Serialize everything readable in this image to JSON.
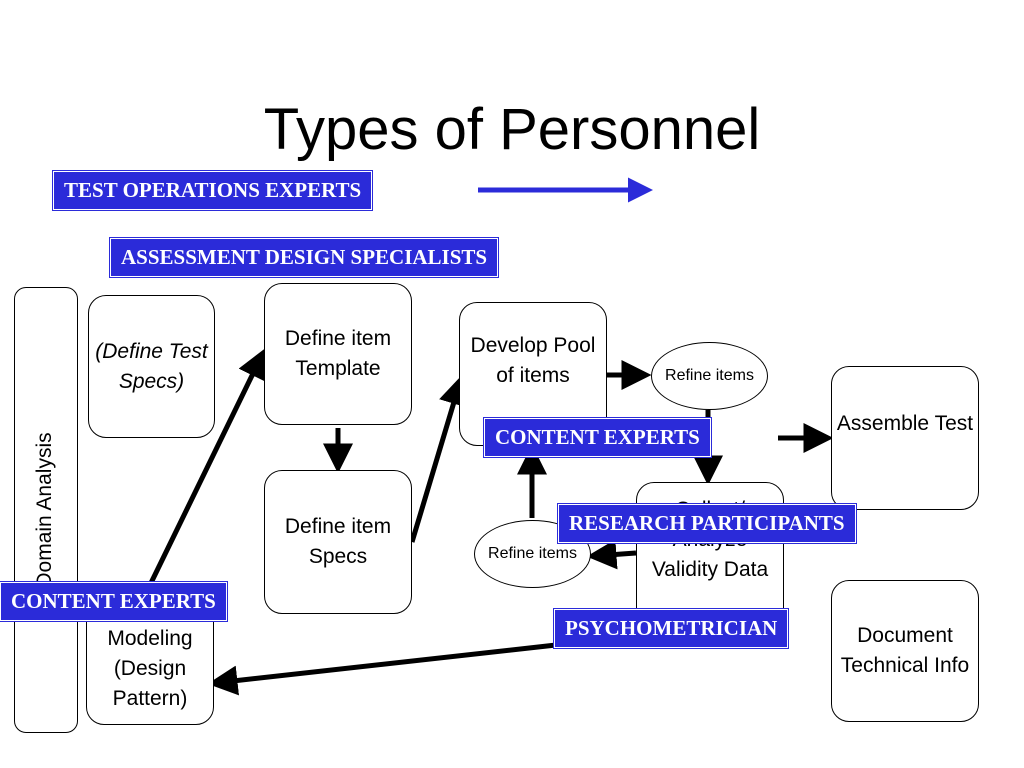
{
  "title": "Types of Personnel",
  "roles": {
    "test_operations": "TEST OPERATIONS EXPERTS",
    "assessment_design": "ASSESSMENT DESIGN SPECIALISTS",
    "content_experts_right": "CONTENT EXPERTS",
    "research_participants": "RESEARCH PARTICIPANTS",
    "content_experts_left": "CONTENT EXPERTS",
    "psychometrician": "PSYCHOMETRICIAN"
  },
  "steps": {
    "domain_analysis": "Domain Analysis",
    "define_test_specs": "(Define Test Specs)",
    "define_item_template": "Define item Template",
    "define_item_specs": "Define item Specs",
    "develop_pool": "Develop Pool of items",
    "refine_items_top": "Refine items",
    "assemble_test": "Assemble Test",
    "refine_items_bottom": "Refine items",
    "collect_analyze": "Collect/ Analyze Validity Data",
    "modeling": "Modeling (Design Pattern)",
    "document_info": "Document Technical Info"
  },
  "colors": {
    "role_fill": "#2b2bd9",
    "role_text": "#ffffff",
    "arrow": "#000000"
  }
}
